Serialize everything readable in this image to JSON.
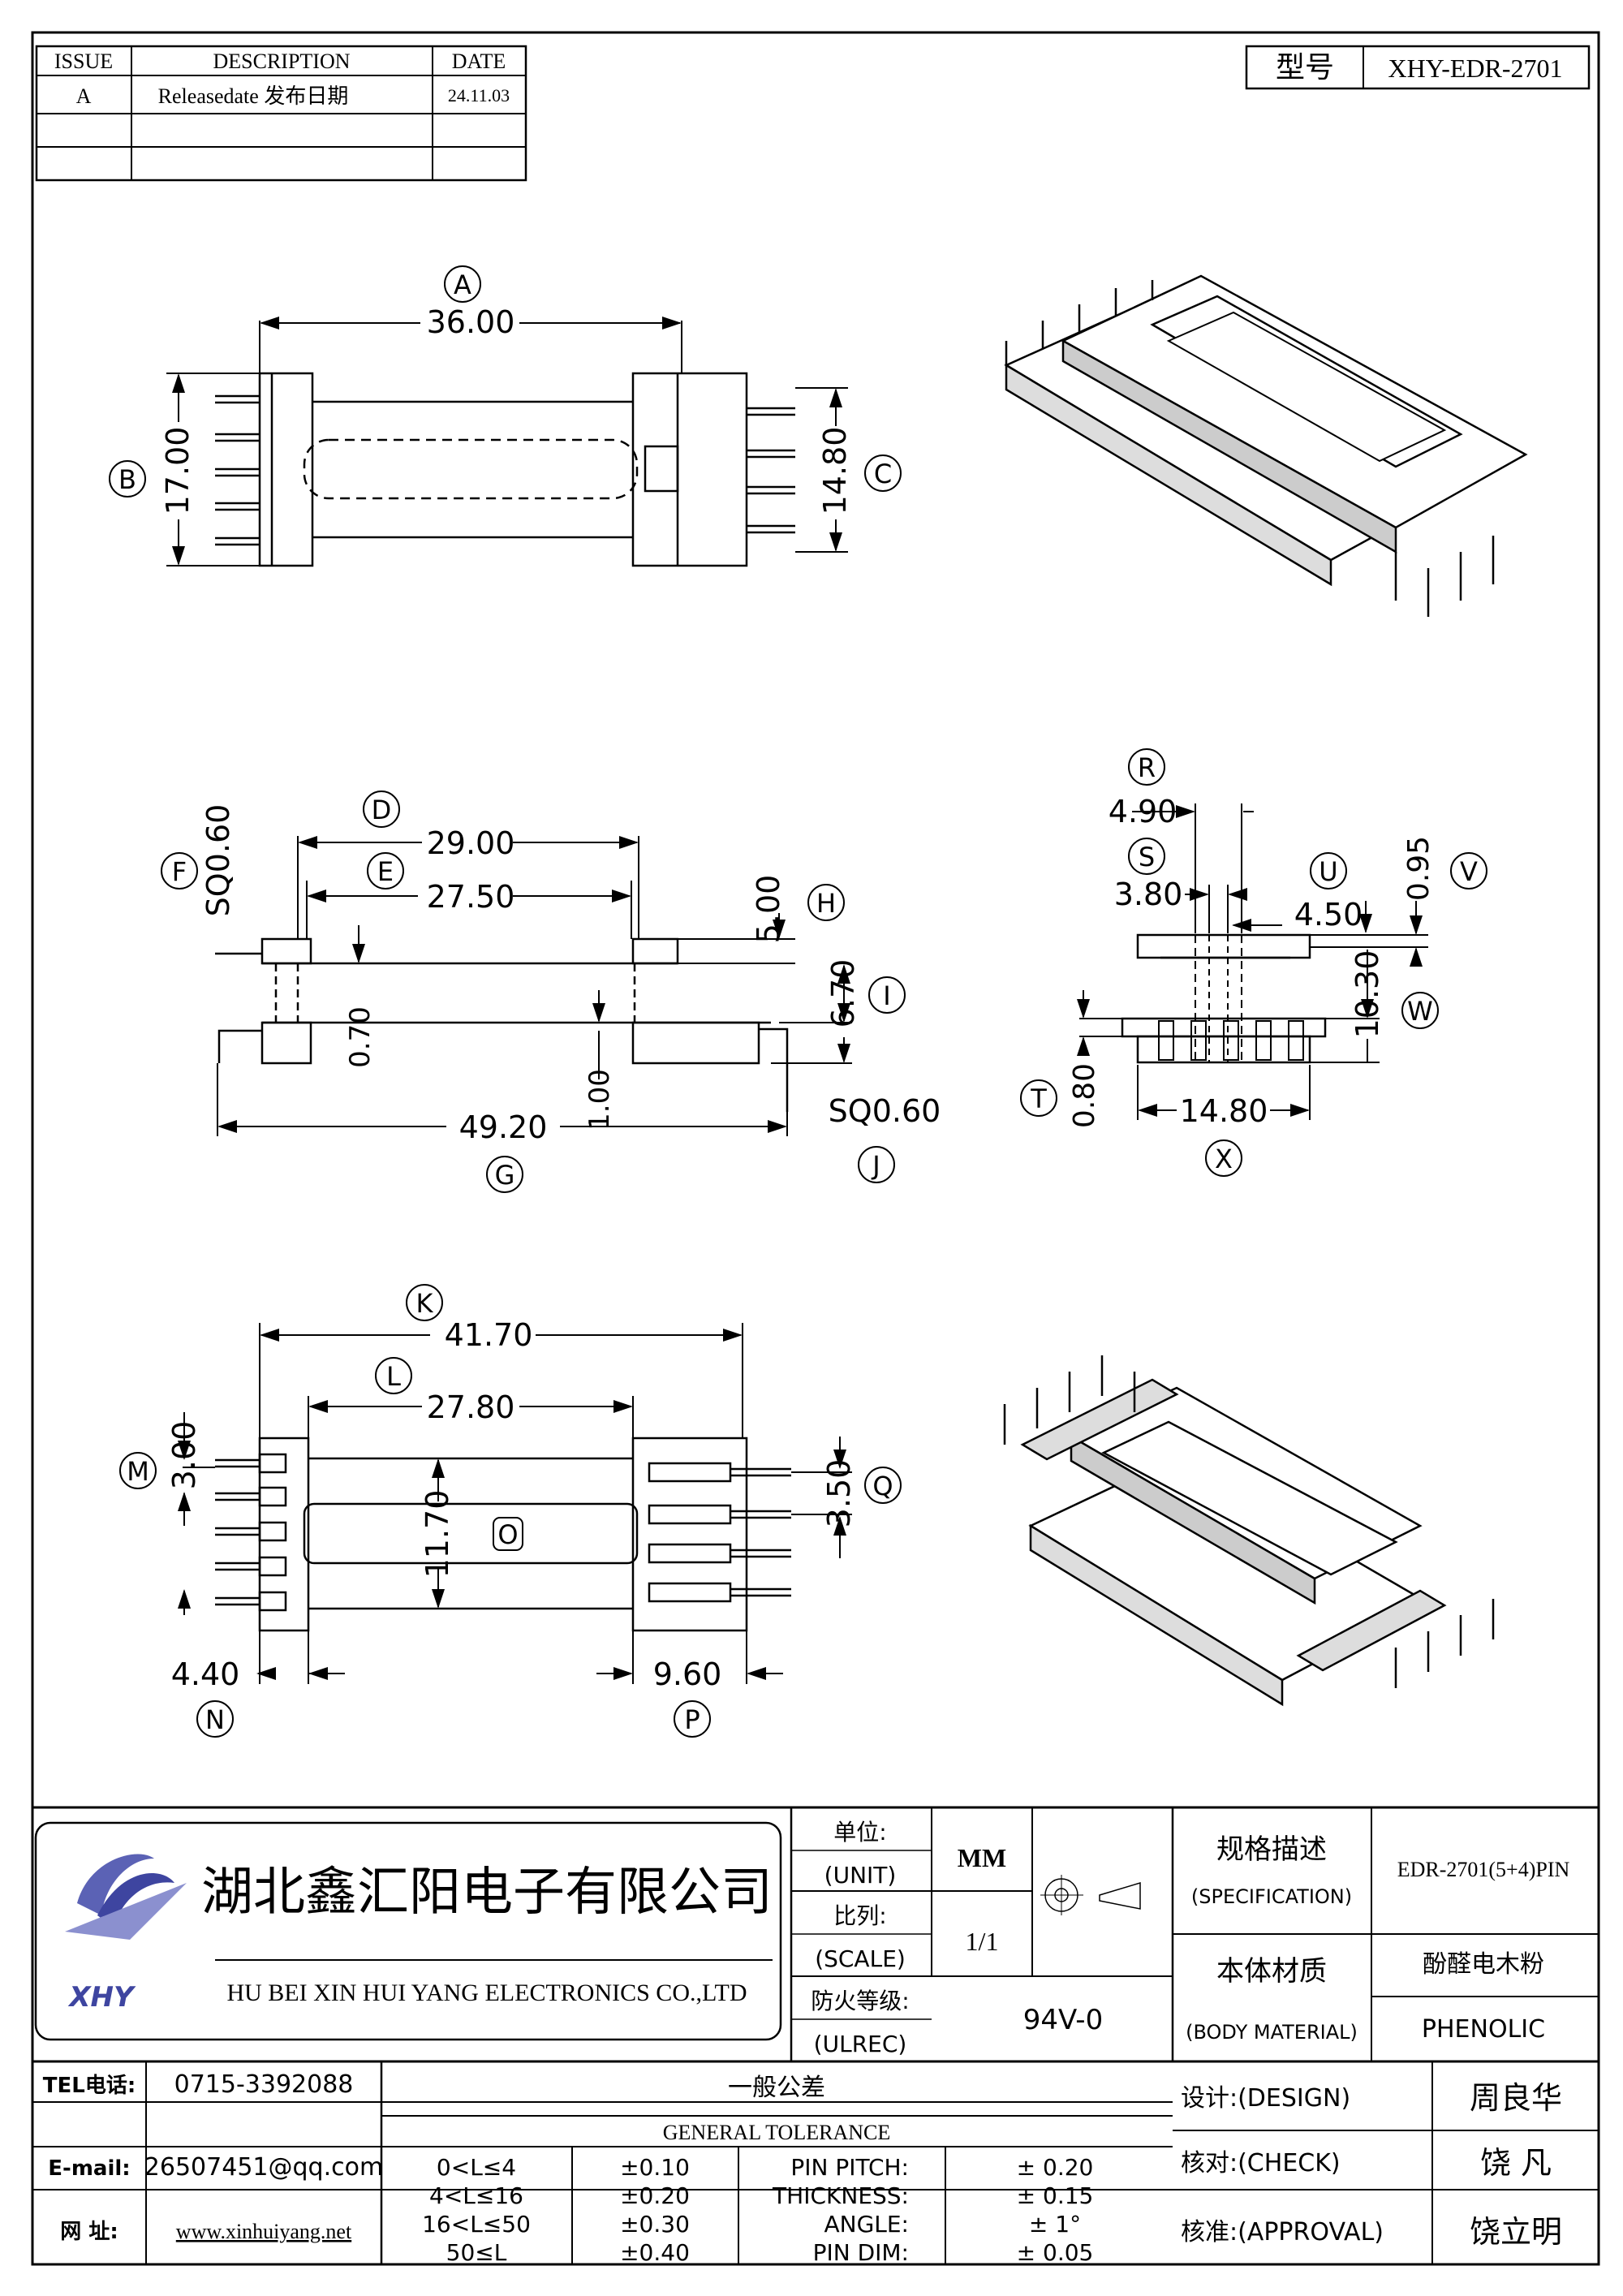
{
  "revision": {
    "headers": {
      "issue": "ISSUE",
      "description": "DESCRIPTION",
      "date": "DATE"
    },
    "rows": [
      {
        "issue": "A",
        "description": "Releasedate 发布日期",
        "date": "24.11.03"
      }
    ]
  },
  "model": {
    "label": "型号",
    "value": "XHY-EDR-2701"
  },
  "views": {
    "top": {
      "dims": {
        "A": "36.00",
        "B": "17.00",
        "C": "14.80"
      },
      "labels": [
        "A",
        "B",
        "C"
      ]
    },
    "side": {
      "dims": {
        "D": "29.00",
        "E": "27.50",
        "F": "SQ0.60",
        "G": "49.20",
        "H": "5.00",
        "I": "6.70",
        "J": "SQ0.60",
        "t070": "0.70",
        "t100": "1.00"
      },
      "labels": [
        "D",
        "E",
        "F",
        "G",
        "H",
        "I",
        "J"
      ]
    },
    "end": {
      "dims": {
        "R": "4.90",
        "S": "3.80",
        "U": "4.50",
        "V": "0.95",
        "W": "10.30",
        "T": "0.80",
        "X": "14.80"
      },
      "labels": [
        "R",
        "S",
        "U",
        "V",
        "W",
        "T",
        "X"
      ]
    },
    "bottom": {
      "dims": {
        "K": "41.70",
        "L": "27.80",
        "M": "3.00",
        "O": "11.70",
        "Q": "3.50",
        "N": "4.40",
        "P": "9.60"
      },
      "labels": [
        "K",
        "L",
        "M",
        "O",
        "Q",
        "N",
        "P"
      ]
    }
  },
  "title_block": {
    "company_cn": "湖北鑫汇阳电子有限公司",
    "company_en": "HU BEI XIN HUI YANG ELECTRONICS CO.,LTD",
    "unit_cn": "单位:",
    "unit_en": "(UNIT)",
    "unit_value": "MM",
    "scale_cn": "比列:",
    "scale_en": "(SCALE)",
    "scale_value": "1/1",
    "fire_cn": "防火等级:",
    "fire_en": "(ULREC)",
    "fire_value": "94V-0",
    "spec_cn": "规格描述",
    "spec_en": "(SPECIFICATION)",
    "spec_value": "EDR-2701(5+4)PIN",
    "material_cn": "本体材质",
    "material_en": "(BODY MATERIAL)",
    "material_value_cn": "酚醛电木粉",
    "material_value_en": "PHENOLIC",
    "tel_label": "TEL电话:",
    "tel": "0715-3392088",
    "email_label": "E-mail:",
    "email": "26507451@qq.com",
    "web_label": "网  址:",
    "web": "www.xinhuiyang.net",
    "tol_cn": "一般公差",
    "tol_en": "GENERAL TOLERANCE",
    "tol_ranges": [
      {
        "range": "0<L≤4",
        "tol": "±0.10"
      },
      {
        "range": "4<L≤16",
        "tol": "±0.20"
      },
      {
        "range": "16<L≤50",
        "tol": "±0.30"
      },
      {
        "range": "50≤L",
        "tol": "±0.40"
      }
    ],
    "tol_other": [
      {
        "name": "PIN PITCH:",
        "tol": "± 0.20"
      },
      {
        "name": "THICKNESS:",
        "tol": "± 0.15"
      },
      {
        "name": "ANGLE:",
        "tol": "± 1°"
      },
      {
        "name": "PIN DIM:",
        "tol": "± 0.05"
      }
    ],
    "design_label": "设计:(DESIGN)",
    "design": "周良华",
    "check_label": "核对:(CHECK)",
    "check": "饶  凡",
    "approval_label": "核准:(APPROVAL)",
    "approval": "饶立明"
  }
}
